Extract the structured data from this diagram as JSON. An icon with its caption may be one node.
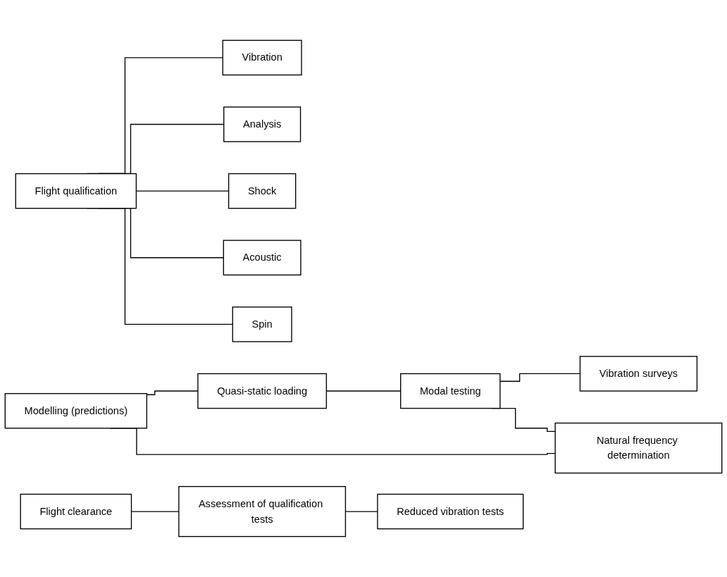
{
  "diagram": {
    "nodes": [
      {
        "text": [
          "Modelling (predictions)"
        ]
      },
      {
        "text": [
          "Quasi-static loading"
        ]
      },
      {
        "text": [
          "Modal testing"
        ]
      },
      {
        "text": [
          "Natural frequency determination"
        ]
      },
      {
        "text": [
          "Vibration surveys"
        ]
      },
      {
        "text": [
          "Flight qualification"
        ]
      },
      {
        "text": [
          "Vibration"
        ]
      },
      {
        "text": [
          "Analysis"
        ]
      },
      {
        "text": [
          "Shock"
        ]
      },
      {
        "text": [
          "Acoustic"
        ]
      },
      {
        "text": [
          "Spin"
        ]
      },
      {
        "text": [
          "Flight clearance"
        ]
      },
      {
        "text": [
          "Assessment of qualification tests"
        ]
      },
      {
        "text": [
          "Reduced vibration tests"
        ]
      }
    ],
    "edges": [
      {
        "from": 0,
        "to": 1,
        "arrow": "none"
      },
      {
        "from": 0,
        "to": 3,
        "arrow": "none"
      },
      {
        "from": 1,
        "to": 2,
        "arrow": "none"
      },
      {
        "from": 2,
        "to": 4,
        "arrow": "none"
      },
      {
        "from": 2,
        "to": 3,
        "arrow": "none"
      },
      {
        "from": 5,
        "to": 6,
        "arrow": "none"
      },
      {
        "from": 5,
        "to": 7,
        "arrow": "none"
      },
      {
        "from": 5,
        "to": 8,
        "arrow": "none"
      },
      {
        "from": 5,
        "to": 9,
        "arrow": "none"
      },
      {
        "from": 5,
        "to": 10,
        "arrow": "none"
      },
      {
        "from": 11,
        "to": 12,
        "arrow": "none"
      },
      {
        "from": 12,
        "to": 13,
        "arrow": "none"
      }
    ]
  }
}
